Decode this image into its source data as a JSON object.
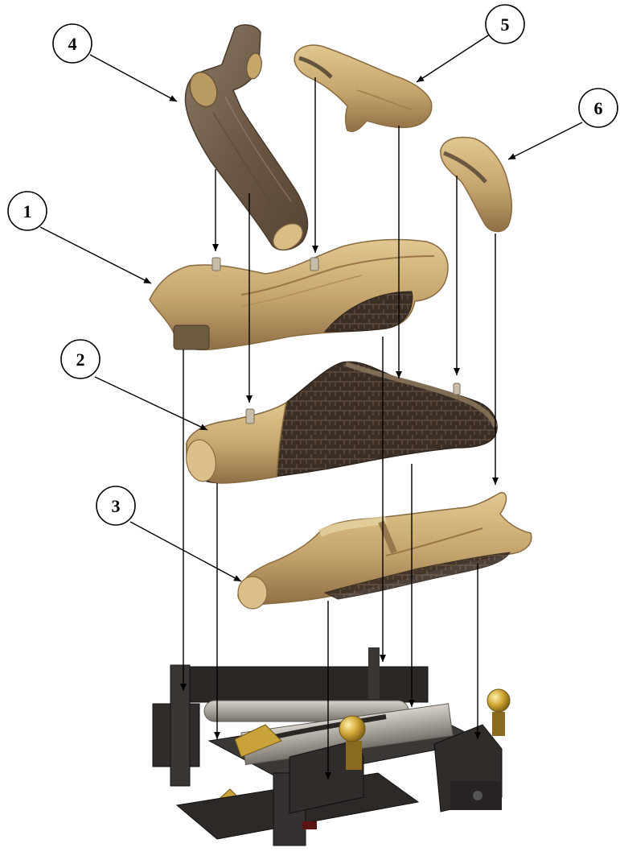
{
  "callouts": [
    {
      "id": "log-1",
      "label": "1"
    },
    {
      "id": "log-2",
      "label": "2"
    },
    {
      "id": "log-3",
      "label": "3"
    },
    {
      "id": "log-4",
      "label": "4"
    },
    {
      "id": "log-5",
      "label": "5"
    },
    {
      "id": "log-6",
      "label": "6"
    }
  ],
  "colors": {
    "log_light": "#cdb27a",
    "log_mid": "#8c6b43",
    "log_dark": "#4a3a2c",
    "bark_dark": "#3d2f25",
    "grate": "#2e2b29",
    "burner": "#a9a49b",
    "brass": "#c9a23a"
  }
}
